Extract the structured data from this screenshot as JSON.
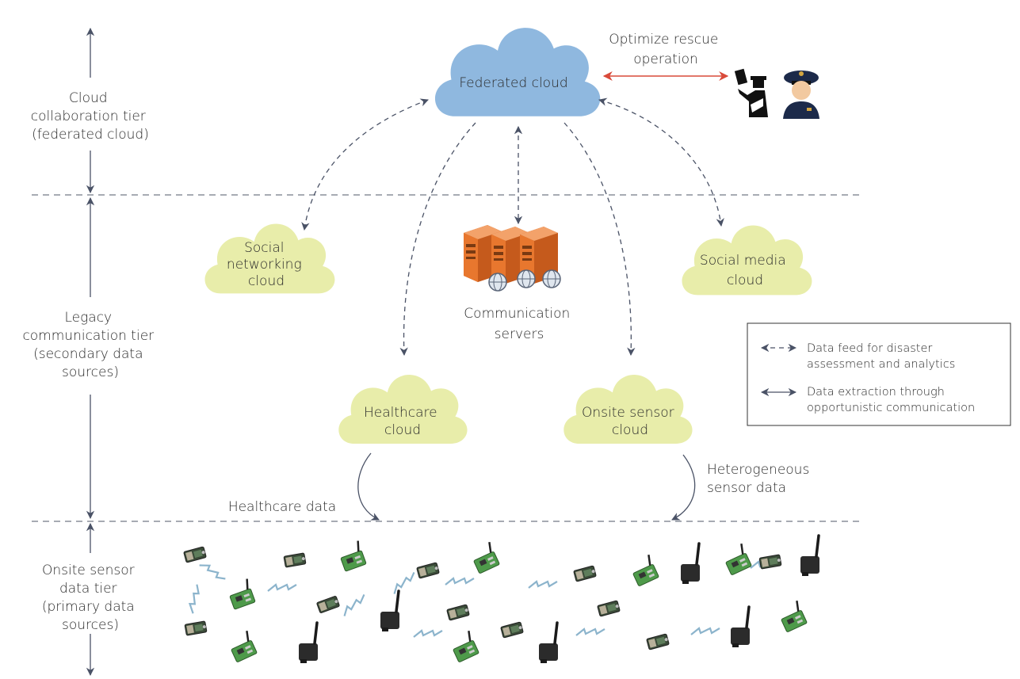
{
  "tiers": {
    "cloud_tier": [
      "Cloud",
      "collaboration tier",
      "(federated cloud)"
    ],
    "legacy_tier": [
      "Legacy",
      "communication tier",
      "(secondary data",
      "sources)"
    ],
    "sensor_tier": [
      "Onsite sensor",
      "data tier",
      "(primary data",
      "sources)"
    ]
  },
  "clouds": {
    "federated": "Federated cloud",
    "social_networking": [
      "Social",
      "networking",
      "cloud"
    ],
    "social_media": [
      "Social media",
      "cloud"
    ],
    "healthcare": [
      "Healthcare",
      "cloud"
    ],
    "onsite_sensor": [
      "Onsite sensor",
      "cloud"
    ]
  },
  "communication_servers": [
    "Communication",
    "servers"
  ],
  "rescue": [
    "Optimize rescue",
    "operation"
  ],
  "flows": {
    "healthcare_data": "Healthcare data",
    "sensor_data": [
      "Heterogeneous",
      "sensor data"
    ]
  },
  "legend": {
    "dashed": [
      "Data feed for disaster",
      "assessment and analytics"
    ],
    "solid": [
      "Data extraction through",
      "opportunistic communication"
    ]
  },
  "colors": {
    "federated_cloud": "#8fb8df",
    "secondary_cloud": "#e8edaa",
    "arrow": "#4a5266",
    "rescue_arrow": "#d94a3a",
    "server": "#e8772e",
    "sensor_board": "#4e9a4a",
    "sensor_box": "#2b2b2b",
    "wireless": "#8cb4cc"
  },
  "icons": [
    "police-officer-icon",
    "security-guard-icon",
    "server-rack-icon",
    "globe-icon",
    "sensor-board-icon",
    "sensor-box-icon",
    "wireless-link-icon"
  ]
}
